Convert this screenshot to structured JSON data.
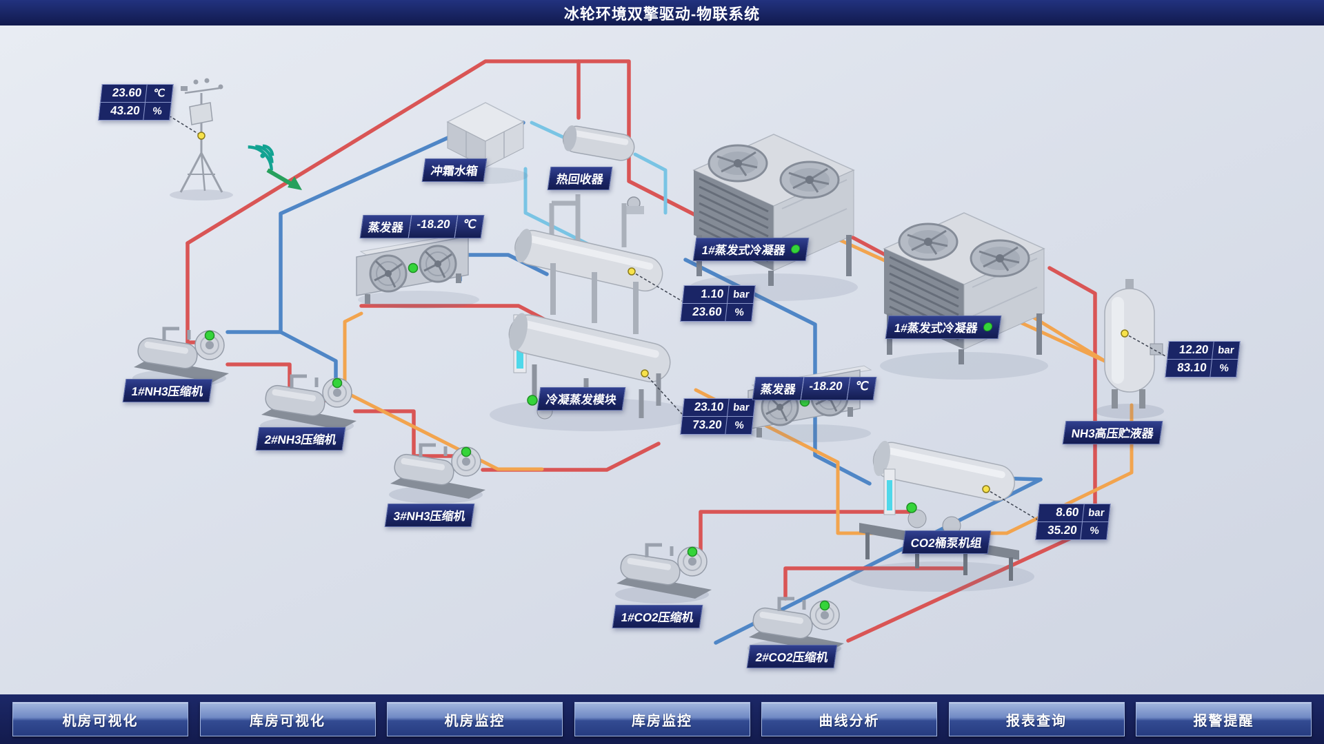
{
  "header": {
    "title": "冰轮环境双擎驱动-物联系统"
  },
  "readings": {
    "weather": {
      "v1": "23.60",
      "u1": "℃",
      "v2": "43.20",
      "u2": "%"
    },
    "module_top": {
      "v1": "1.10",
      "u1": "bar",
      "v2": "23.60",
      "u2": "%"
    },
    "module_bottom": {
      "v1": "23.10",
      "u1": "bar",
      "v2": "73.20",
      "u2": "%"
    },
    "nh3_receiver": {
      "v1": "12.20",
      "u1": "bar",
      "v2": "83.10",
      "u2": "%"
    },
    "co2_pump": {
      "v1": "8.60",
      "u1": "bar",
      "v2": "35.20",
      "u2": "%"
    }
  },
  "equipment": {
    "defrost_tank": "冲霜水箱",
    "heat_recovery": "热回收器",
    "evap_left": "蒸发器",
    "evap_left_val": "-18.20",
    "evap_left_unit": "℃",
    "evap_right": "蒸发器",
    "evap_right_val": "-18.20",
    "evap_right_unit": "℃",
    "condenser1": "1#蒸发式冷凝器",
    "condenser2": "1#蒸发式冷凝器",
    "module": "冷凝蒸发模块",
    "nh3_receiver": "NH3高压贮液器",
    "co2_pump": "CO2桶泵机组",
    "nh3_comp1": "1#NH3压缩机",
    "nh3_comp2": "2#NH3压缩机",
    "nh3_comp3": "3#NH3压缩机",
    "co2_comp1": "1#CO2压缩机",
    "co2_comp2": "2#CO2压缩机"
  },
  "nav": {
    "items": [
      {
        "label": "机房可视化"
      },
      {
        "label": "库房可视化"
      },
      {
        "label": "机房监控"
      },
      {
        "label": "库房监控"
      },
      {
        "label": "曲线分析"
      },
      {
        "label": "报表查询"
      },
      {
        "label": "报警提醒"
      }
    ]
  },
  "colors": {
    "pipe_hot": "#d95555",
    "pipe_suction": "#4f86c6",
    "pipe_liquid": "#f2a44e",
    "pipe_water": "#79c4e4",
    "status_ok": "#35d43a",
    "accent_navy": "#1a2566"
  }
}
